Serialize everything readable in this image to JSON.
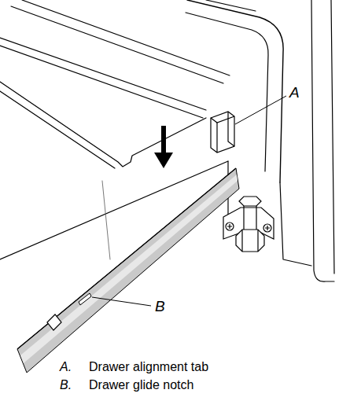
{
  "diagram": {
    "labels": [
      "A",
      "B",
      "A.",
      "Drawer alignment tab",
      "B.",
      "Drawer glide notch"
    ]
  }
}
